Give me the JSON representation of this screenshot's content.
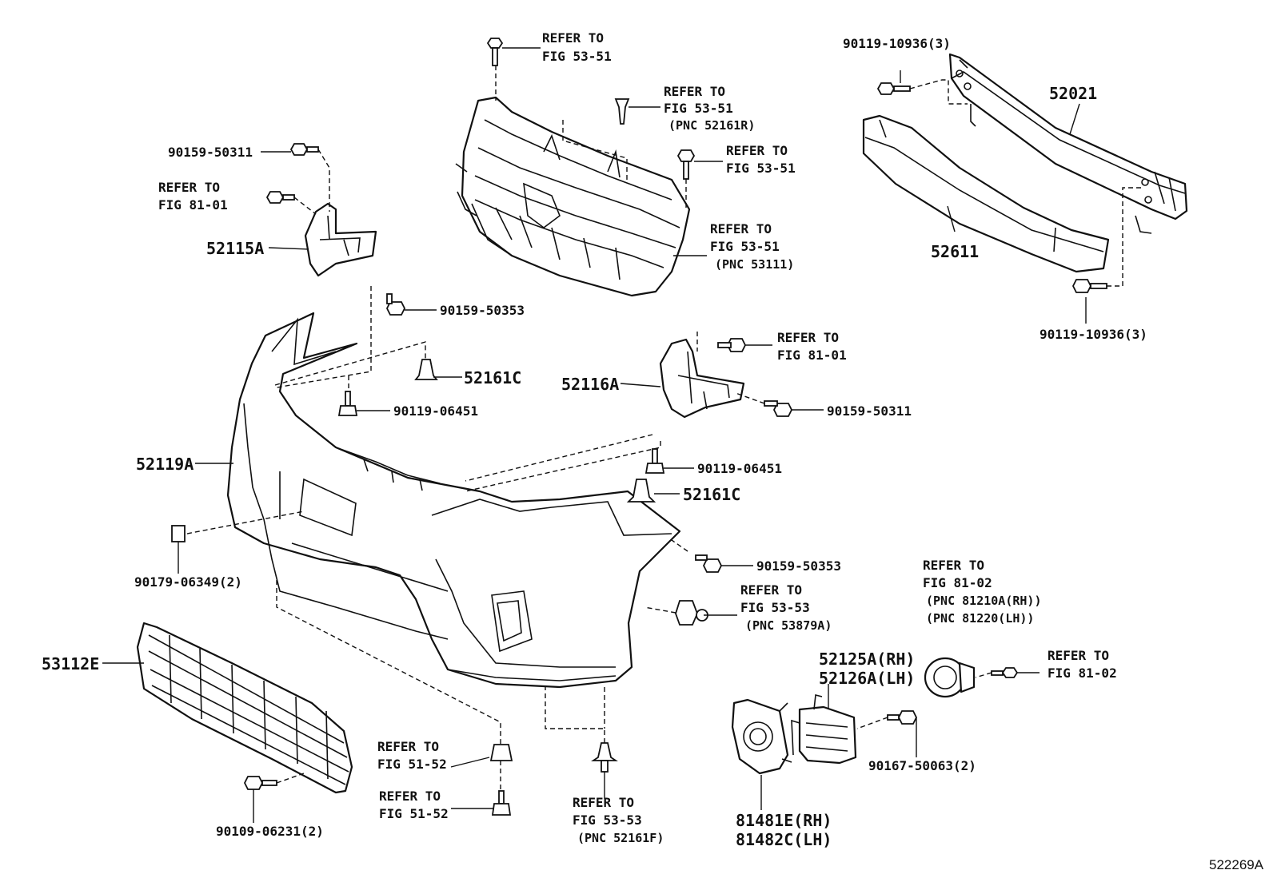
{
  "figure_number": "522269A",
  "labels": {
    "refer_top_grille_bolt": [
      "REFER TO",
      "FIG 53-51"
    ],
    "refer_grille_clip": [
      "REFER TO",
      "FIG 53-51",
      "(PNC 52161R)"
    ],
    "refer_grille_side_bolt": [
      "REFER TO",
      "FIG 53-51"
    ],
    "refer_grille_body": [
      "REFER TO",
      "FIG 53-51",
      "(PNC 53111)"
    ],
    "refer_left_bracket_bolt": [
      "REFER TO",
      "FIG 81-01"
    ],
    "refer_right_bracket_bolt": [
      "REFER TO",
      "FIG 81-01"
    ],
    "refer_wheel_clip": [
      "REFER TO",
      "FIG 53-53",
      "(PNC 53879A)"
    ],
    "refer_fog_lamp": [
      "REFER TO",
      "FIG 81-02",
      "(PNC 81210A(RH))",
      "(PNC 81220(LH))"
    ],
    "refer_fog_lamp_screw": [
      "REFER TO",
      "FIG 81-02"
    ],
    "refer_lower_clip_1": [
      "REFER TO",
      "FIG 51-52"
    ],
    "refer_lower_clip_2": [
      "REFER TO",
      "FIG 51-52"
    ],
    "refer_lower_rivet": [
      "REFER TO",
      "FIG 53-53",
      "(PNC 52161F)"
    ]
  },
  "parts": {
    "reinforcement_bolt_top": "90119-10936(3)",
    "reinforcement": "52021",
    "absorber": "52611",
    "reinforcement_bolt_bottom": "90119-10936(3)",
    "left_screw": "90159-50311",
    "left_bracket": "52115A",
    "upper_screw": "90159-50353",
    "upper_clip": "52161C",
    "upper_bolt": "90119-06451",
    "right_bracket": "52116A",
    "right_screw": "90159-50311",
    "bumper_cover": "52119A",
    "right_bolt": "90119-06451",
    "right_clip": "52161C",
    "nut_left": "90179-06349(2)",
    "right_lower_screw": "90159-50353",
    "lower_grille": "53112E",
    "lower_grille_bolt": "90109-06231(2)",
    "fog_bracket_rh": "52125A(RH)",
    "fog_bracket_lh": "52126A(LH)",
    "fog_bracket_screw": "90167-50063(2)",
    "fog_cover_rh": "81481E(RH)",
    "fog_cover_lh": "81482C(LH)"
  }
}
